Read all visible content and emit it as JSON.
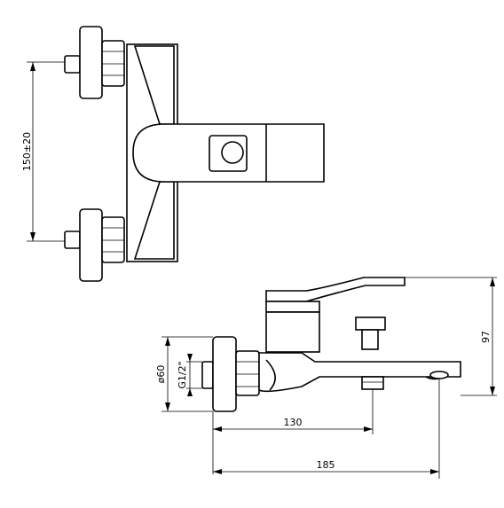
{
  "dimensions": {
    "inlet_spacing": "150±20",
    "diameter": "ø60",
    "thread": "G1/2\"",
    "height": "97",
    "spout_inlet": "130",
    "spout_length": "185"
  }
}
